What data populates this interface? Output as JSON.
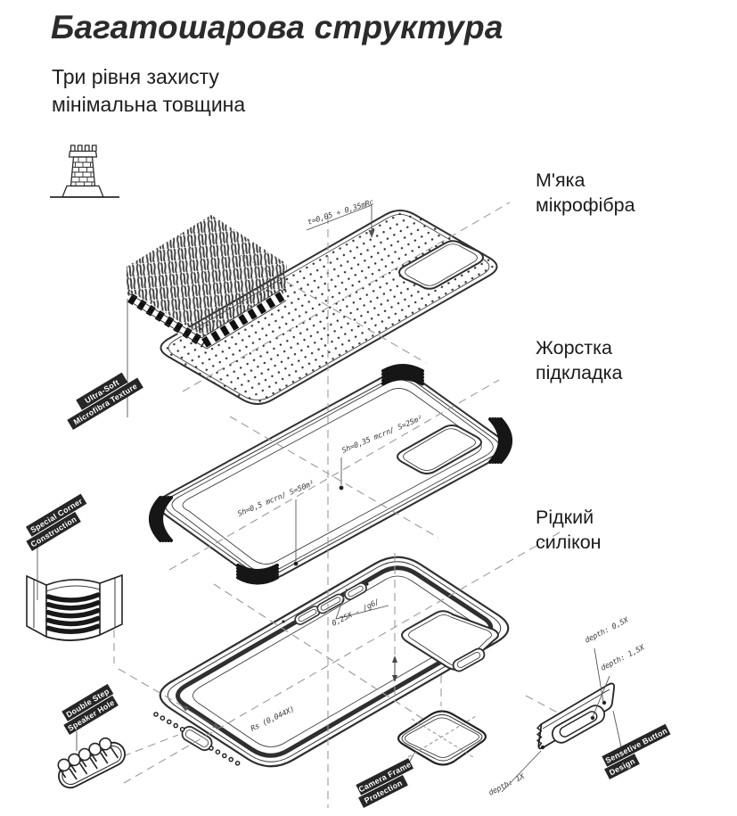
{
  "header": {
    "title": "Багатошарова структура",
    "subtitle": [
      "Три рівня захисту",
      "мінімальна товщина"
    ]
  },
  "layer_labels": {
    "microfiber": [
      "М'яка",
      "мікрофібра"
    ],
    "hard_lining": [
      "Жорстка",
      "підкладка"
    ],
    "liquid_silicone": [
      "Рідкий",
      "силікон"
    ]
  },
  "feature_tags": {
    "ultra_soft": [
      "Ultra-Soft",
      "Microfibra Texture"
    ],
    "special_corner": [
      "Special Corner",
      "Construction"
    ],
    "speaker": [
      "Double Step",
      "Speaker Hole"
    ],
    "camera": [
      "Camera Frame",
      "Protection"
    ],
    "button": [
      "Sensetive Button",
      "Design"
    ]
  },
  "dimensions": {
    "microfiber_thickness": "t=0,05 ÷ 0,35mRc",
    "lining_roughness_top": "Sh=0,35 mcrn/ S=25m²",
    "lining_roughness_bottom": "Sh=0,5 mcrn/ S=50m²",
    "button_tolerance": "0,25X - /g6/",
    "bottom_radius": "Rs (0,044X)",
    "depth_top_buttons": "depth: 0,5X",
    "depth_side_button": "depth: 1,5X",
    "depth_camera_frame": "depth: 1X"
  },
  "colors": {
    "ink": "#2b2b2b",
    "line": "#2f2f2f",
    "construction": "#9a9a9a",
    "tag_bg": "#262626",
    "tag_fg": "#ffffff",
    "background": "#ffffff"
  }
}
